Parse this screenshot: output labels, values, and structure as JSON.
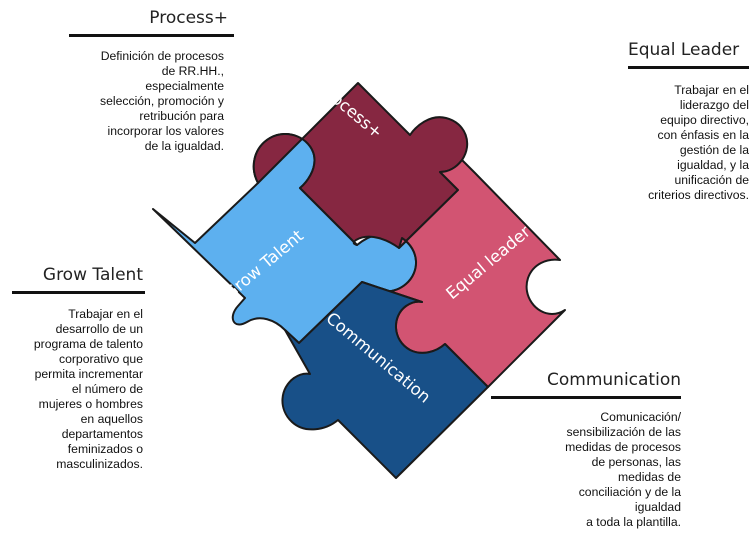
{
  "colors": {
    "process": "#862741",
    "equal": "#d25472",
    "grow": "#5db0ef",
    "comm": "#185088",
    "border": "#1a1a1a",
    "text": "#111111"
  },
  "pieces": {
    "process": "Process+",
    "equal": "Equal leader",
    "grow": "Grow Talent",
    "comm": "Communication"
  },
  "blocks": {
    "process": {
      "title": "Process+",
      "body": "Definición de procesos\nde RR.HH.,\nespecialmente\nselección, promoción y\nretribución para\nincorporar los valores\nde la igualdad."
    },
    "equal": {
      "title": "Equal Leader",
      "body": "Trabajar en el\nliderazgo del\nequipo directivo,\ncon énfasis en la\ngestión de la\nigualdad, y la\nunificación de\ncriterios directivos."
    },
    "grow": {
      "title": "Grow Talent",
      "body": "Trabajar en el\ndesarrollo de un\nprograma de talento\ncorporativo que\npermita incrementar\nel número de\nmujeres o hombres\nen aquellos\ndepartamentos\nfeminizados o\nmasculinizados."
    },
    "comm": {
      "title": "Communication",
      "body": "Comunicación/\nsensibilización de las\nmedidas de procesos\nde personas, las\nmedidas de\nconciliación y de la\nigualdad\na toda la plantilla."
    }
  }
}
